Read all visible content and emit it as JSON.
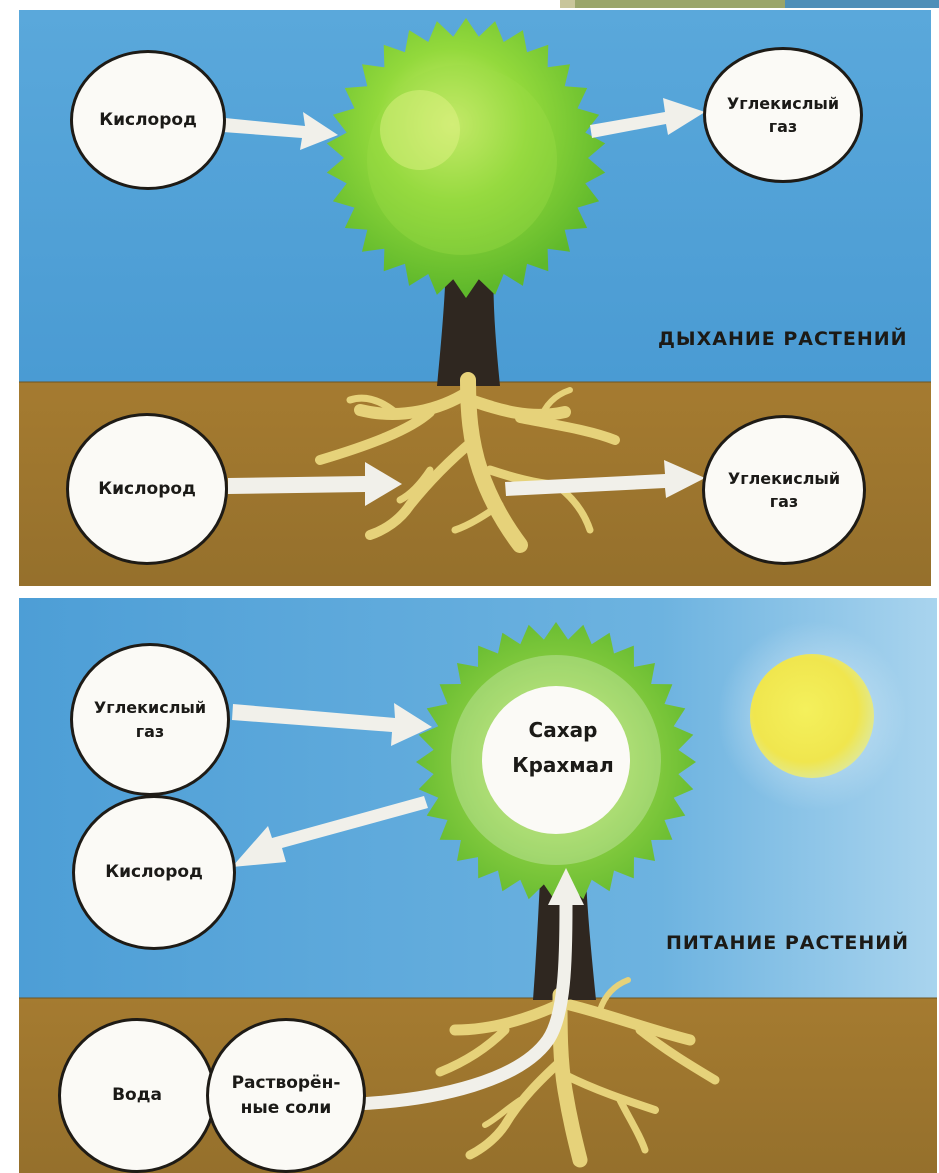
{
  "respiration": {
    "section_label": "ДЫХАНИЕ РАСТЕНИЙ",
    "air": {
      "input_label": "Кислород",
      "output_line1": "Углекислый",
      "output_line2": "газ"
    },
    "soil": {
      "input_label": "Кислород",
      "output_line1": "Углекислый",
      "output_line2": "газ"
    }
  },
  "nutrition": {
    "section_label": "ПИТАНИЕ РАСТЕНИЙ",
    "input_line1": "Углекислый",
    "input_line2": "газ",
    "output_label": "Кислород",
    "leaf_product_1": "Сахар",
    "leaf_product_2": "Крахмал",
    "water_label": "Вода",
    "salts_line1": "Растворён-",
    "salts_line2": "ные соли"
  },
  "colors": {
    "sky": "#4fa0d6",
    "soil": "#a07a33",
    "foliage": "#7fcf33",
    "roots": "#e6d27a",
    "trunk": "#2e2620",
    "sun": "#f5ee5a"
  }
}
